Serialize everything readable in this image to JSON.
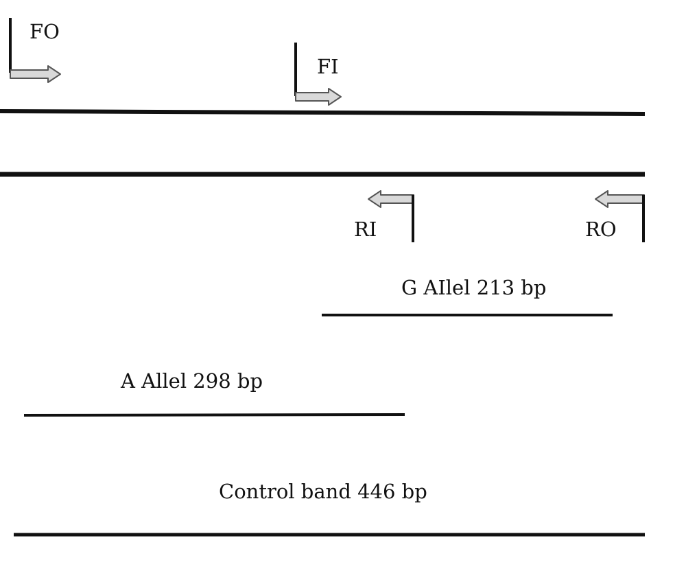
{
  "primers": {
    "fo": "FO",
    "fi": "FI",
    "ri": "RI",
    "ro": "RO"
  },
  "bands": {
    "g_allele": "G AIlel 213 bp",
    "a_allele": "A Allel 298 bp",
    "control": "Control band 446 bp"
  },
  "colors": {
    "line": "#111111",
    "arrow_fill": "#d9d9d9",
    "arrow_stroke": "#555555"
  }
}
